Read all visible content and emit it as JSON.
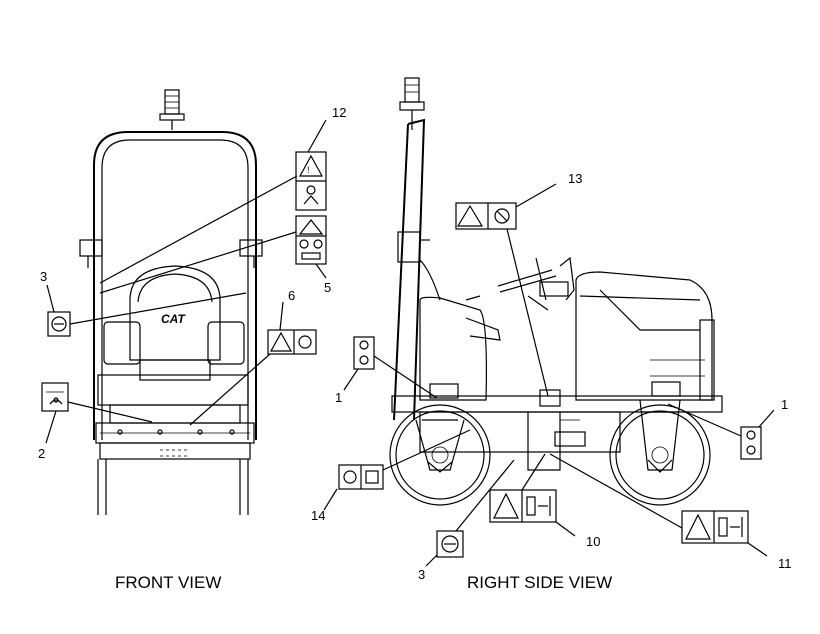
{
  "views": {
    "front": "FRONT VIEW",
    "right": "RIGHT SIDE VIEW"
  },
  "seat_badge": "CAT",
  "callouts": {
    "front_12": "12",
    "front_5": "5",
    "front_6": "6",
    "front_3": "3",
    "front_2": "2",
    "side_13": "13",
    "side_1_left": "1",
    "side_1_right": "1",
    "side_14": "14",
    "side_3": "3",
    "side_10": "10",
    "side_11": "11"
  }
}
